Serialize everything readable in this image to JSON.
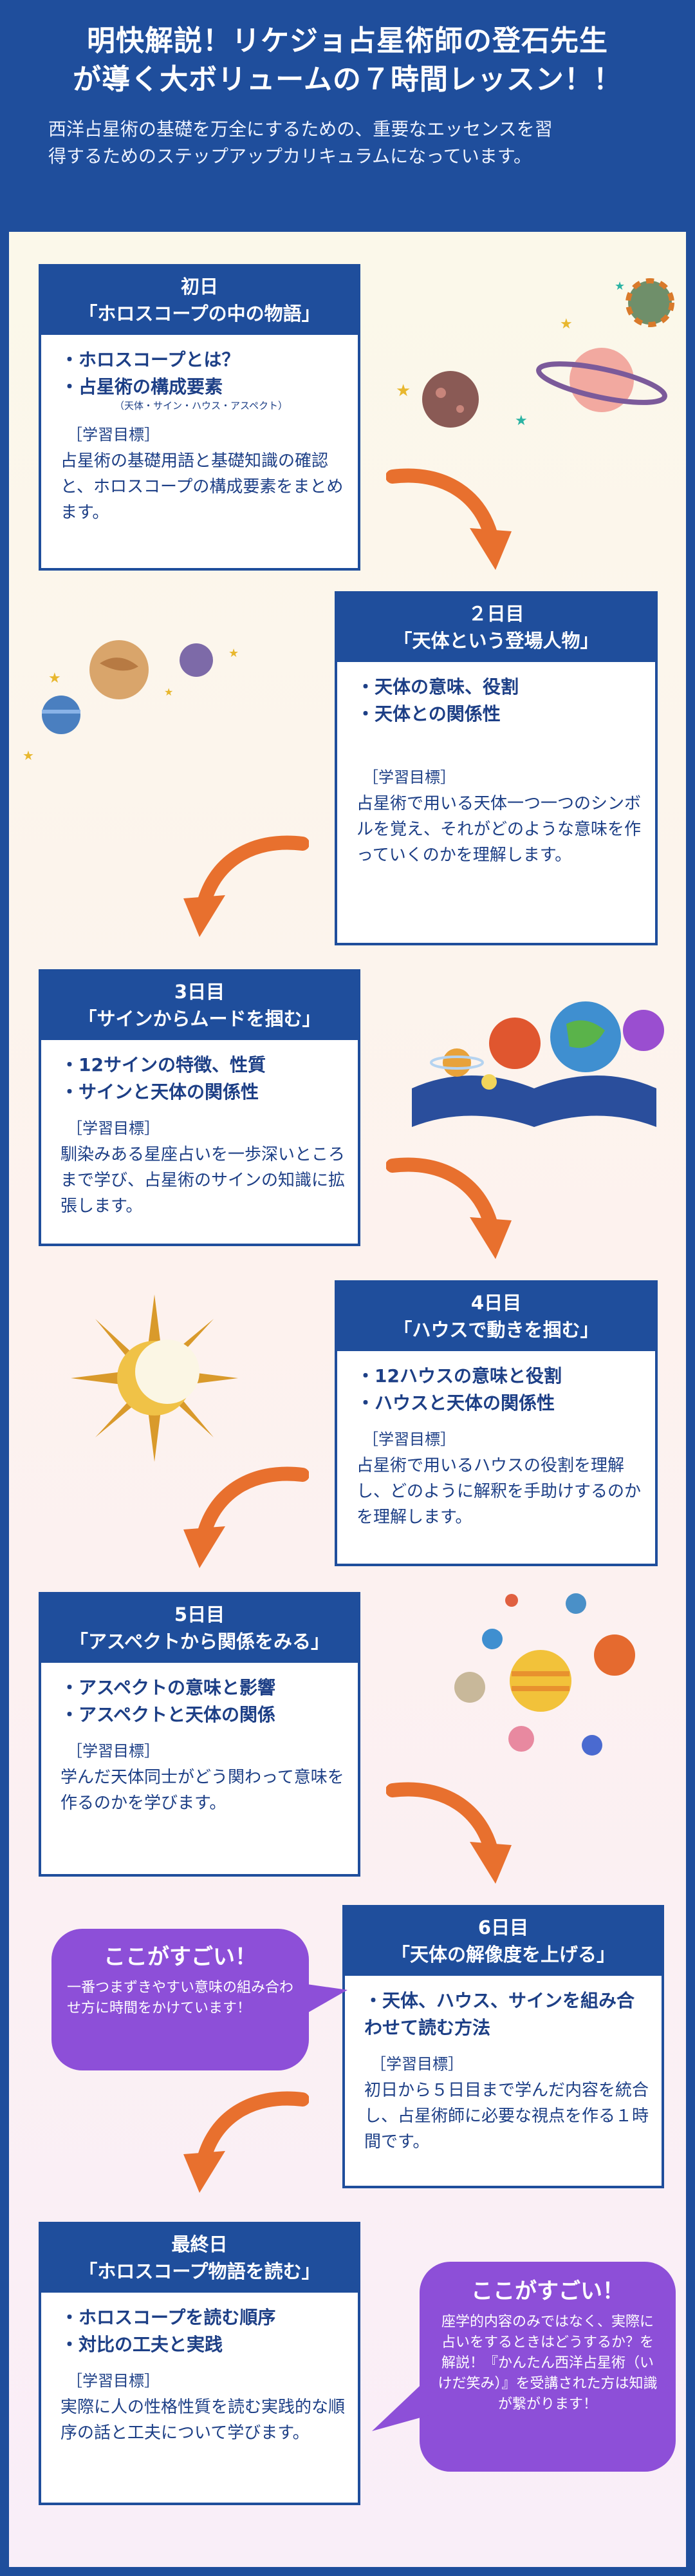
{
  "header": {
    "title_line1": "明快解説！リケジョ占星術師の登石先生",
    "title_line2": "が導く大ボリュームの７時間レッスン！！",
    "desc_line1": "西洋占星術の基礎を万全にするための、重要なエッセンスを習",
    "desc_line2": "得するためのステップアップカリキュラムになっています。"
  },
  "colors": {
    "navy": "#1f4e9c",
    "orange": "#e8702e",
    "purple": "#8d4fd8"
  },
  "lessons": [
    {
      "day": "初日",
      "theme": "「ホロスコープの中の物語」",
      "topics": [
        "・ホロスコープとは？",
        "・占星術の構成要素"
      ],
      "topic_note": "（天体・サイン・ハウス・アスペクト）",
      "goal_heading": "［学習目標］",
      "goal": "占星術の基礎用語と基礎知識の確認と、ホロスコープの構成要素をまとめます。"
    },
    {
      "day": "２日目",
      "theme": "「天体という登場人物」",
      "topics": [
        "・天体の意味、役割",
        "・天体との関係性"
      ],
      "goal_heading": "［学習目標］",
      "goal": "占星術で用いる天体一つ一つのシンボルを覚え、それがどのような意味を作っていくのかを理解します。"
    },
    {
      "day": "3日目",
      "theme": "「サインからムードを掴む」",
      "topics": [
        "・12サインの特徴、性質",
        "・サインと天体の関係性"
      ],
      "goal_heading": "［学習目標］",
      "goal": "馴染みある星座占いを一歩深いところまで学び、占星術のサインの知識に拡張します。"
    },
    {
      "day": "4日目",
      "theme": "「ハウスで動きを掴む」",
      "topics": [
        "・12ハウスの意味と役割",
        "・ハウスと天体の関係性"
      ],
      "goal_heading": "［学習目標］",
      "goal": "占星術で用いるハウスの役割を理解し、どのように解釈を手助けするのかを理解します。"
    },
    {
      "day": "5日目",
      "theme": "「アスペクトから関係をみる」",
      "topics": [
        "・アスペクトの意味と影響",
        "・アスペクトと天体の関係"
      ],
      "goal_heading": "［学習目標］",
      "goal": "学んだ天体同士がどう関わって意味を作るのかを学びます。"
    },
    {
      "day": "6日目",
      "theme": "「天体の解像度を上げる」",
      "topics": [
        "・天体、ハウス、サインを組み合わせて読む方法"
      ],
      "goal_heading": "［学習目標］",
      "goal": "初日から５日目まで学んだ内容を統合し、占星術師に必要な視点を作る１時間です。"
    },
    {
      "day": "最終日",
      "theme": "「ホロスコープ物語を読む」",
      "topics": [
        "・ホロスコープを読む順序",
        "・対比の工夫と実践"
      ],
      "goal_heading": "［学習目標］",
      "goal": "実際に人の性格性質を読む実践的な順序の話と工夫について学びます。"
    }
  ],
  "callouts": [
    {
      "title": "ここがすごい！",
      "body": "一番つまずきやすい意味の組み合わせ方に時間をかけています！"
    },
    {
      "title": "ここがすごい！",
      "body": "座学的内容のみではなく、実際に占いをするときはどうするか？を解説！『かんたん西洋占星術（いけだ笑み）』を受講された方は知識が繋がります！"
    }
  ]
}
